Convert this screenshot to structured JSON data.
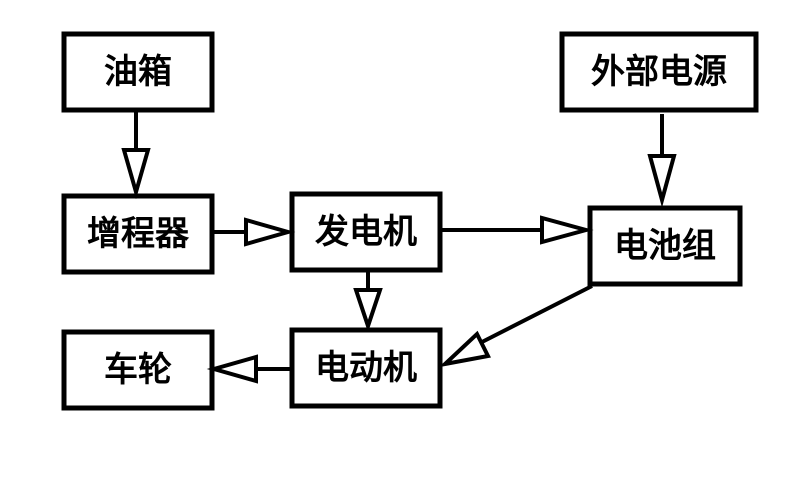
{
  "nodes": {
    "fuel_tank": "油箱",
    "range_extender": "增程器",
    "generator": "发电机",
    "external_power": "外部电源",
    "battery_pack": "电池组",
    "motor": "电动机",
    "wheels": "车轮"
  },
  "edges": [
    {
      "from": "fuel_tank",
      "to": "range_extender"
    },
    {
      "from": "range_extender",
      "to": "generator"
    },
    {
      "from": "generator",
      "to": "battery_pack"
    },
    {
      "from": "external_power",
      "to": "battery_pack"
    },
    {
      "from": "generator",
      "to": "motor"
    },
    {
      "from": "battery_pack",
      "to": "motor"
    },
    {
      "from": "motor",
      "to": "wheels"
    }
  ]
}
